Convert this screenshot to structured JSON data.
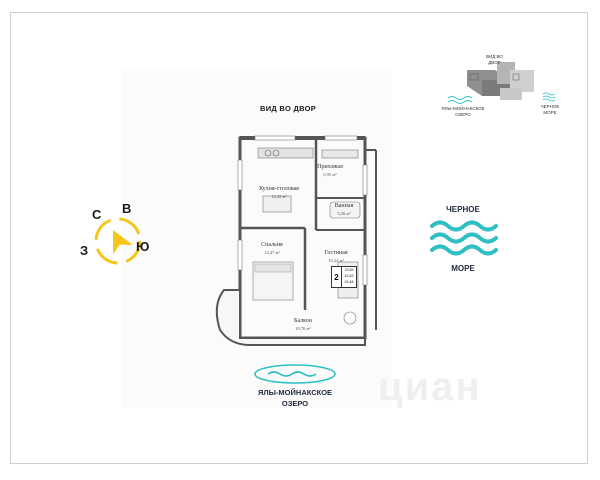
{
  "view_top": "ВИД ВО ДВОР",
  "sea": {
    "line1": "ЧЕРНОЕ",
    "line2": "МОРЕ",
    "color": "#2fbfc4"
  },
  "lake": {
    "line1": "ЯЛЫ-МОЙНАКСКОЕ",
    "line2": "ОЗЕРО"
  },
  "compass": {
    "n": "С",
    "e": "В",
    "s": "Ю",
    "w": "З",
    "accent": "#f5c518"
  },
  "rooms": {
    "hall": {
      "name": "Прихожая",
      "area": "6,95 м²"
    },
    "kitchen": {
      "name": "Кухня-столовая",
      "area": "12,43 м²"
    },
    "bath": {
      "name": "Ванная",
      "area": "3,56 м²"
    },
    "bedroom": {
      "name": "Спальня",
      "area": "12,47 м²"
    },
    "living": {
      "name": "Гостиная",
      "area": "10,22 м²"
    },
    "balcony": {
      "name": "Балкон",
      "area": "10,76 м²"
    }
  },
  "badge": {
    "rooms": "2",
    "a1": "33,69",
    "a2": "43,62",
    "a3": "24,48"
  },
  "minimap": {
    "yard": "ВИД ВО\nДВОР",
    "lake": "ЯЛЫ-МОЙНАКСКОЕ\nОЗЕРО",
    "sea": "ЧЕРНОЕ\nМОРЕ"
  },
  "watermark": "циан"
}
